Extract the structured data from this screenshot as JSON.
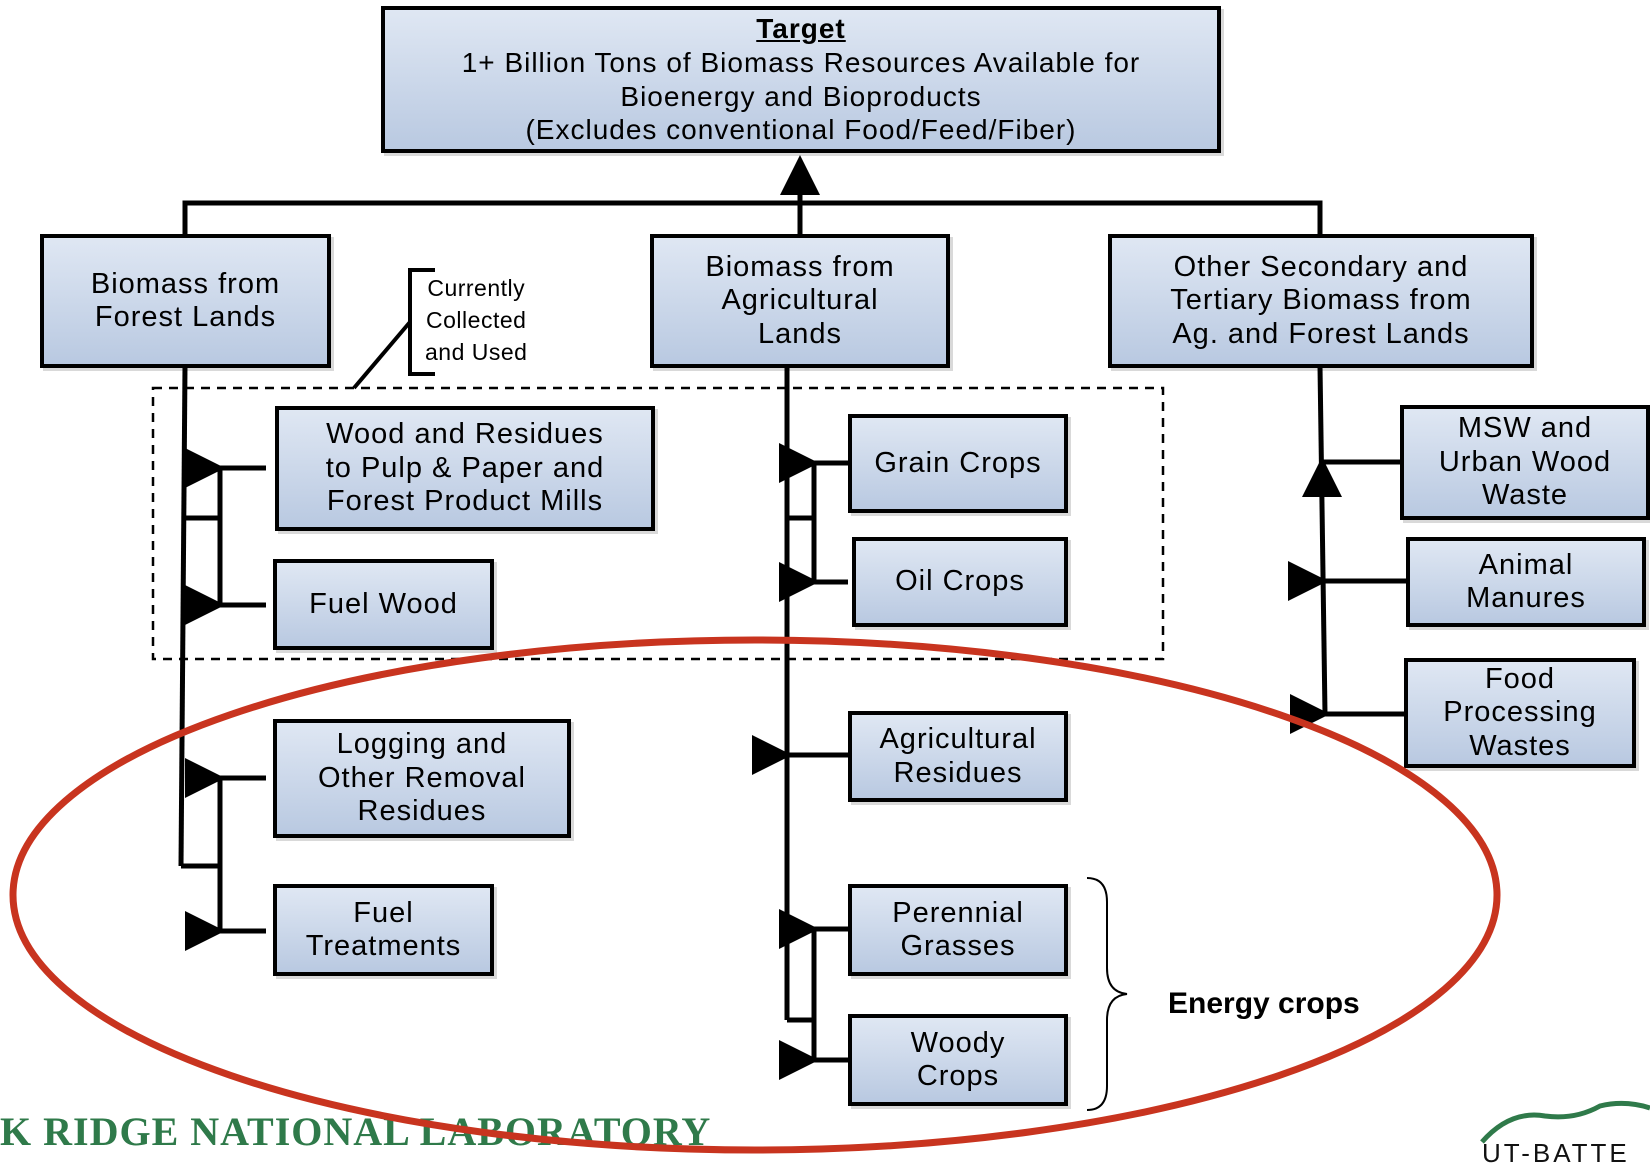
{
  "target": {
    "title": "Target",
    "line1": "1+ Billion Tons of Biomass Resources Available for",
    "line2": "Bioenergy and Bioproducts",
    "line3": "(Excludes conventional Food/Feed/Fiber)"
  },
  "categories": {
    "forest": "Biomass from\nForest Lands",
    "agricultural": "Biomass from\nAgricultural\nLands",
    "other": "Other Secondary and\nTertiary Biomass from\nAg. and Forest Lands"
  },
  "forest_items": {
    "wood_residues": "Wood and Residues\nto Pulp & Paper  and\nForest Product Mills",
    "fuel_wood": "Fuel Wood",
    "logging": "Logging and\nOther Removal\nResidues",
    "fuel_treatments": "Fuel\nTreatments"
  },
  "agricultural_items": {
    "grain": "Grain Crops",
    "oil": "Oil Crops",
    "ag_residues": "Agricultural\nResidues",
    "perennial": "Perennial\nGrasses",
    "woody": "Woody\nCrops"
  },
  "other_items": {
    "msw": "MSW and\nUrban Wood\nWaste",
    "manures": "Animal\nManures",
    "food": "Food\nProcessing\nWastes"
  },
  "annotations": {
    "currently_collected": "Currently\nCollected\nand Used",
    "energy_crops": "Energy crops"
  },
  "logos": {
    "ornl": "K RIDGE NATIONAL LABORATORY",
    "ut_battelle": "UT-BATTE"
  },
  "colors": {
    "box_fill_top": "#dfe7f3",
    "box_fill_bottom": "#b9c9e1",
    "ellipse": "#c8341f",
    "ornl_green": "#2f7a4a"
  }
}
